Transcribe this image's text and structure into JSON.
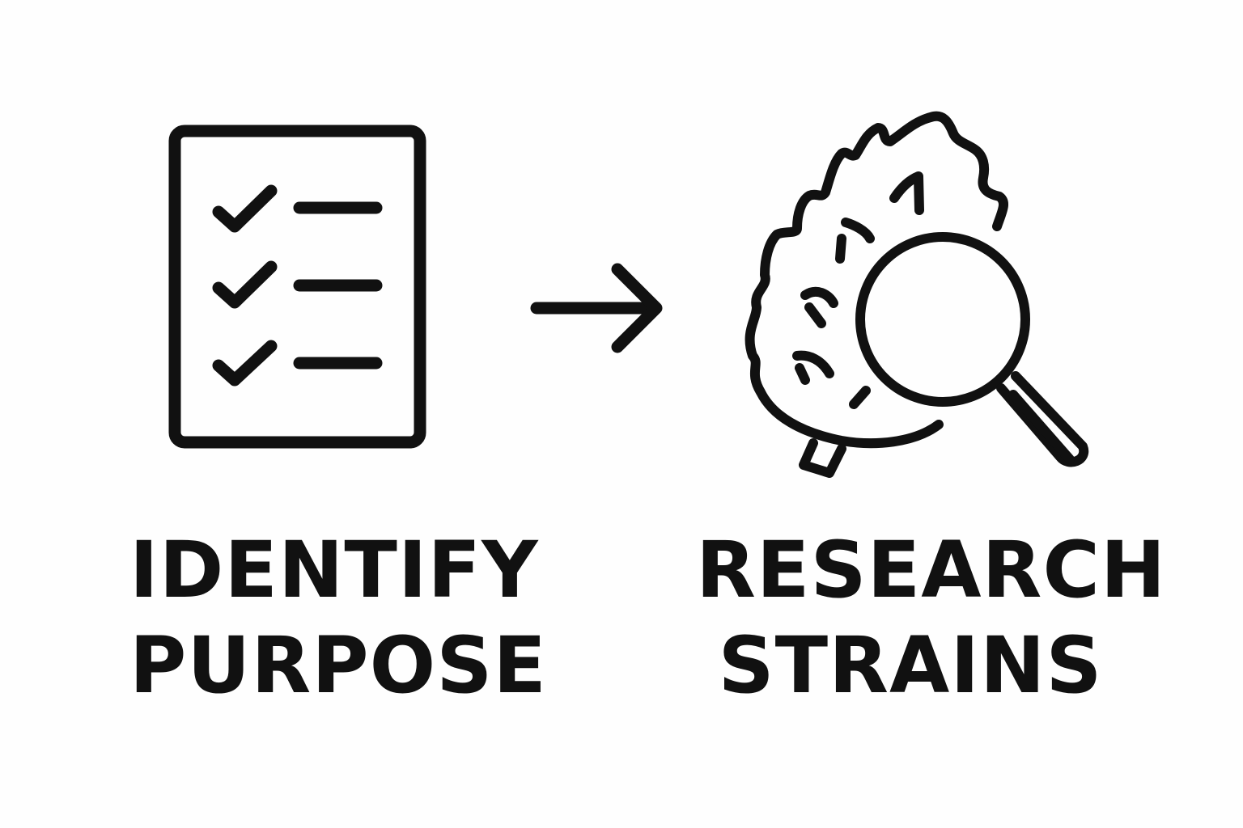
{
  "steps": [
    {
      "icon": "checklist-icon",
      "title_line1": "IDENTIFY",
      "title_line2": "PURPOSE"
    },
    {
      "icon": "leaf-magnifier-icon",
      "title_line1": "RESEARCH",
      "title_line2": "STRAINS"
    }
  ],
  "connector": "arrow-right-icon",
  "colors": {
    "ink": "#111111",
    "background": "#fefefe"
  }
}
